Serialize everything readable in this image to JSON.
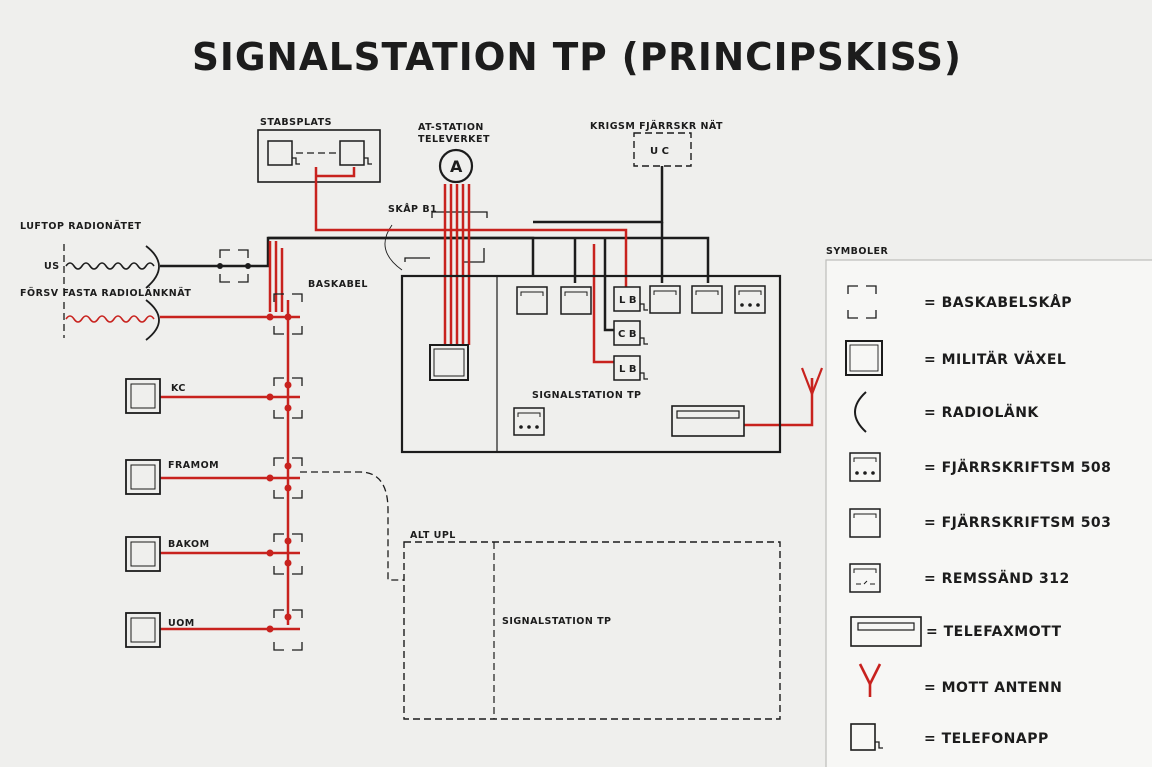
{
  "title": "SIGNALSTATION TP (PRINCIPSKISS)",
  "labels": {
    "stabsplats": "STABSPLATS",
    "at_station_1": "AT-STATION",
    "at_station_2": "TELEVERKET",
    "at_symbol": "A",
    "kriga": "KRIGSM FJÄRRSKR NÄT",
    "uc": "U C",
    "skap": "SKÅP B1",
    "baskabel": "BASKABEL",
    "luftop": "LUFTOP RADIONÄTET",
    "us": "US",
    "forsv": "FÖRSV FASTA RADIOLÄNKNÄT",
    "kc": "KC",
    "framom": "FRAMOM",
    "bakom": "BAKOM",
    "uom": "UOM",
    "signalstation_main": "SIGNALSTATION TP",
    "alt_upl": "ALT UPL",
    "signalstation_alt": "SIGNALSTATION TP",
    "lb1": "L B",
    "cb": "C B",
    "lb2": "L B"
  },
  "legend": {
    "heading": "SYMBOLER",
    "items": [
      {
        "name": "= BASKABELSKÅP",
        "icon": "baskabelskap-icon"
      },
      {
        "name": "= MILITÄR VÄXEL",
        "icon": "militar-vaxel-icon"
      },
      {
        "name": "= RADIOLÄNK",
        "icon": "radiolank-icon"
      },
      {
        "name": "= FJÄRRSKRIFTSM 508",
        "icon": "fjarrskriftsm-508-icon"
      },
      {
        "name": "= FJÄRRSKRIFTSM 503",
        "icon": "fjarrskriftsm-503-icon"
      },
      {
        "name": "= REMSSÄND 312",
        "icon": "remssand-icon"
      },
      {
        "name": "= TELEFAXMOTT",
        "icon": "telefaxmott-icon"
      },
      {
        "name": "= MOTT ANTENN",
        "icon": "antenna-icon"
      },
      {
        "name": "= TELEFONAPP",
        "icon": "telefonapp-icon"
      }
    ]
  },
  "colors": {
    "black_line": "#1c1c1c",
    "red_line": "#c8221e",
    "background": "#efefed",
    "legend_panel": "#f7f7f5"
  }
}
